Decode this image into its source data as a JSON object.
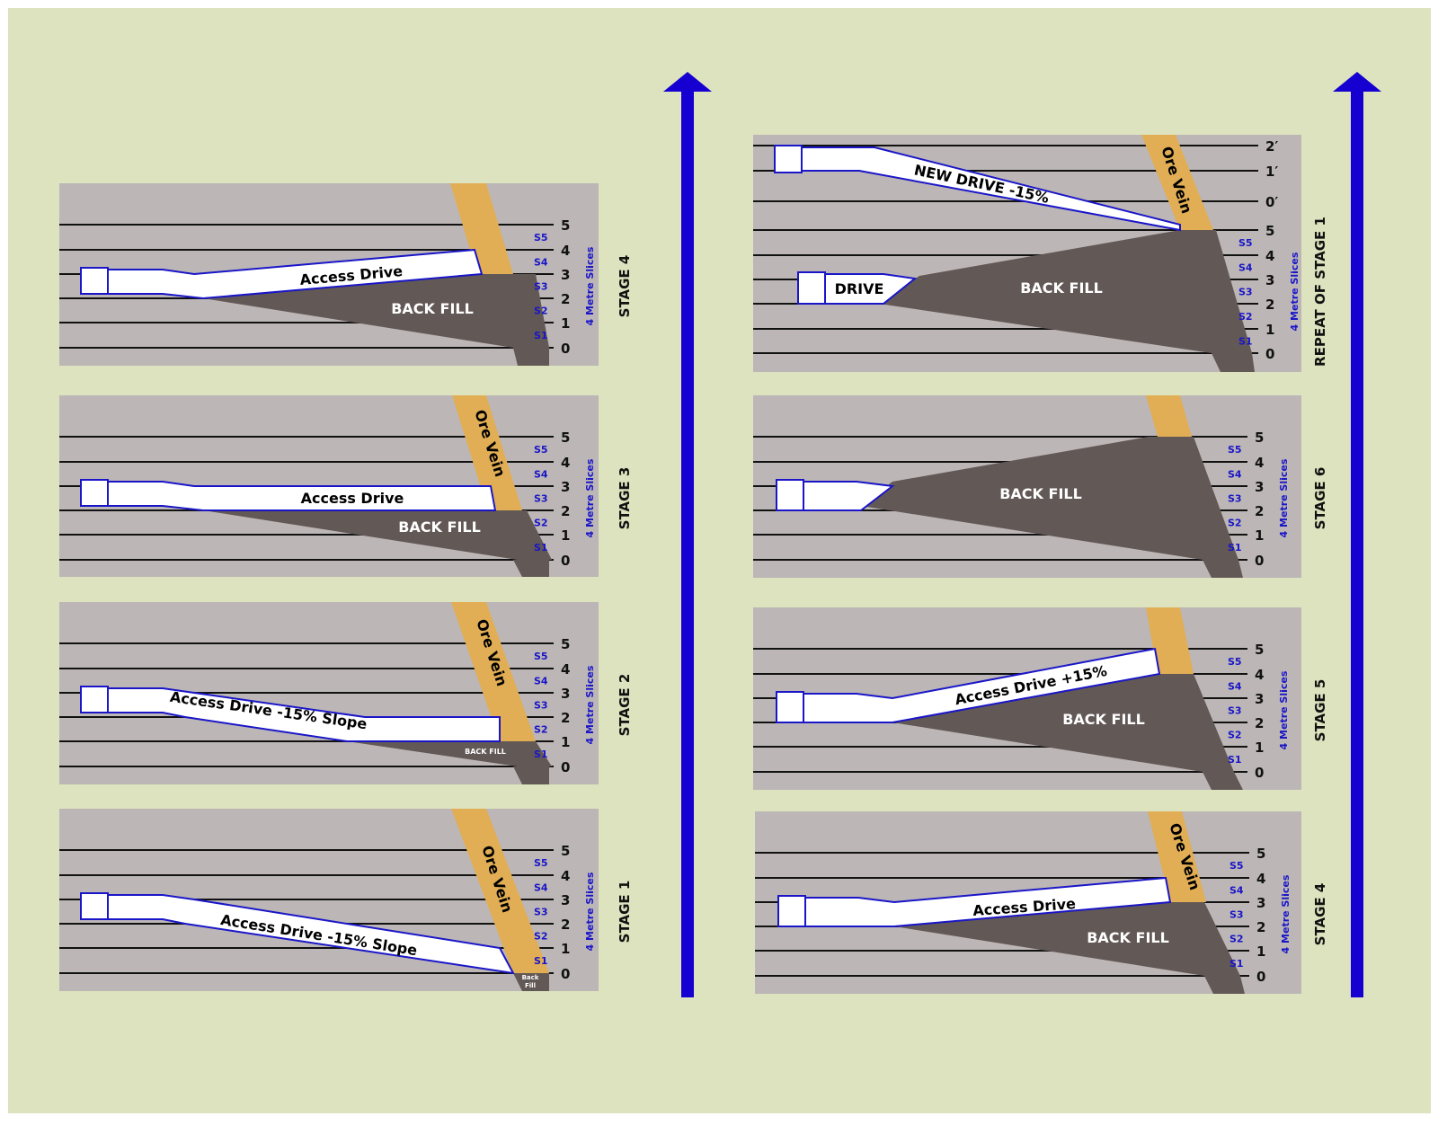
{
  "colors": {
    "background": "#dde3be",
    "panel": "#bcb6b6",
    "backfill": "#625856",
    "ore": "#e1ae55",
    "drive_outline": "#1a16c8",
    "arrow": "#1500d1",
    "slice_label": "#1a16c8",
    "line": "#111111"
  },
  "slice_axis_label": "4 Metre Slices",
  "level_labels": [
    "0",
    "1",
    "2",
    "3",
    "4",
    "5"
  ],
  "prime_level_labels": [
    "0′",
    "1′",
    "2′"
  ],
  "slice_labels": [
    "S1",
    "S2",
    "S3",
    "S4",
    "S5"
  ],
  "panels": [
    {
      "stage": "STAGE 4",
      "label_backfill": "BACK FILL",
      "label_drive": "Access Drive",
      "label_ore": ""
    },
    {
      "stage": "STAGE 3",
      "label_backfill": "BACK FILL",
      "label_drive": "Access Drive",
      "label_ore": "Ore Vein"
    },
    {
      "stage": "STAGE 2",
      "label_backfill": "BACK FILL",
      "label_drive": "Access Drive -15% Slope",
      "label_ore": "Ore Vein"
    },
    {
      "stage": "STAGE 1",
      "label_backfill_lines": [
        "Back",
        "Fill"
      ],
      "label_drive": "Access Drive -15% Slope",
      "label_ore": "Ore Vein"
    },
    {
      "stage": "REPEAT OF STAGE 1",
      "label_backfill": "BACK FILL",
      "label_drive": "NEW DRIVE -15%",
      "label_old_drive": "DRIVE",
      "label_ore": "Ore Vein"
    },
    {
      "stage": "STAGE 6",
      "label_backfill": "BACK FILL",
      "label_drive": "",
      "label_ore": ""
    },
    {
      "stage": "STAGE 5",
      "label_backfill": "BACK FILL",
      "label_drive": "Access Drive +15%",
      "label_ore": ""
    },
    {
      "stage": "STAGE 4",
      "label_backfill": "BACK FILL",
      "label_drive": "Access Drive",
      "label_ore": "Ore Vein"
    }
  ]
}
